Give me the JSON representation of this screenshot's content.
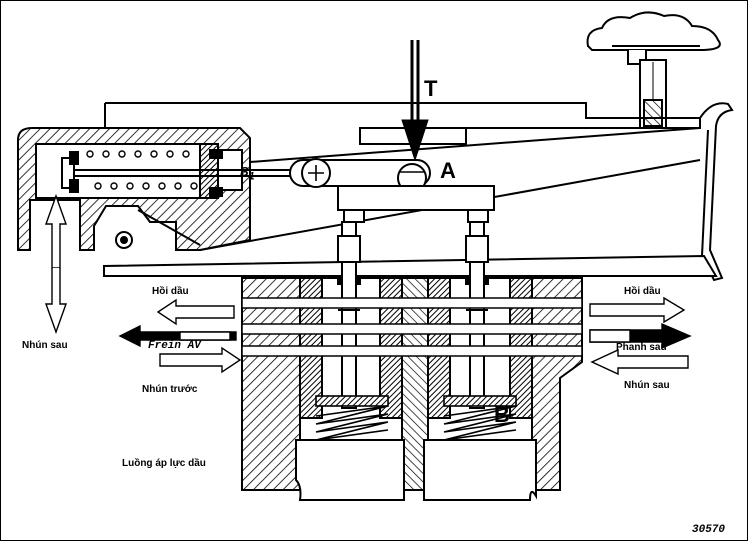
{
  "labels": {
    "force_marker": "T",
    "pivot_marker": "A",
    "valve_marker": "B",
    "spring_marker": "S",
    "spring_subscript": "1",
    "left_top": "Hồi dầu",
    "left_rear": "Nhún sau",
    "left_front_brake": "Frein AV",
    "left_front": "Nhún trước",
    "left_pressure": "Luồng áp lực dầu",
    "right_top": "Hồi dầu",
    "right_brake": "Phanh sau",
    "right_rear": "Nhún sau",
    "figure_code": "30570"
  },
  "colors": {
    "ink": "#000000",
    "paper": "#ffffff"
  }
}
